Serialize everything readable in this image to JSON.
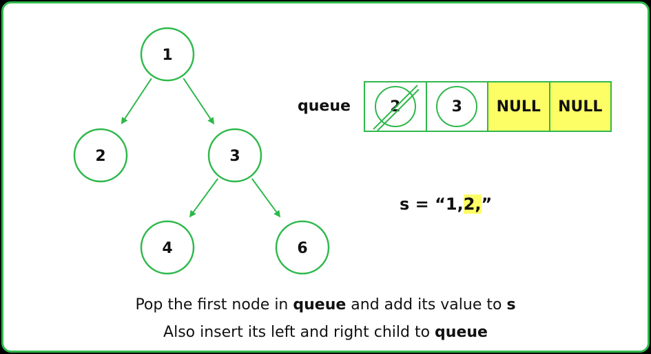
{
  "tree": {
    "nodes": [
      {
        "id": "n1",
        "label": "1"
      },
      {
        "id": "n2",
        "label": "2"
      },
      {
        "id": "n3",
        "label": "3"
      },
      {
        "id": "n4",
        "label": "4"
      },
      {
        "id": "n6",
        "label": "6"
      }
    ],
    "edges": [
      [
        "n1",
        "n2"
      ],
      [
        "n1",
        "n3"
      ],
      [
        "n3",
        "n4"
      ],
      [
        "n3",
        "n6"
      ]
    ]
  },
  "queue": {
    "label": "queue",
    "cells": [
      {
        "value": "2",
        "circled": true,
        "struck": true,
        "highlight": false
      },
      {
        "value": "3",
        "circled": true,
        "struck": false,
        "highlight": false
      },
      {
        "value": "NULL",
        "circled": false,
        "struck": false,
        "highlight": true
      },
      {
        "value": "NULL",
        "circled": false,
        "struck": false,
        "highlight": true
      }
    ]
  },
  "s_expr": {
    "prefix": "s = “1,",
    "highlighted": "2,",
    "suffix": "”"
  },
  "caption": {
    "line1_a": "Pop the first node in ",
    "line1_b": "queue",
    "line1_c": " and add its value to ",
    "line1_d": "s",
    "line2_a": "Also insert its left and right child to ",
    "line2_b": "queue"
  },
  "colors": {
    "accent": "#2eb84b",
    "highlight": "#fdfd66"
  }
}
